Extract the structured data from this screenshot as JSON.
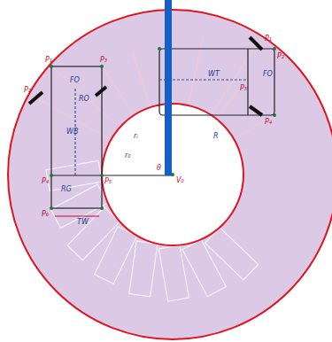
{
  "diagram": {
    "labels": [
      "P₁",
      "P₂",
      "P₃",
      "P₄",
      "P₅",
      "P₆",
      "P₁",
      "P₂",
      "P₃",
      "P₄",
      "FO",
      "WB",
      "RG",
      "TW",
      "RO",
      "WT",
      "FO",
      "rᵢ",
      "r₀",
      "R",
      "θ",
      "V₀"
    ]
  }
}
